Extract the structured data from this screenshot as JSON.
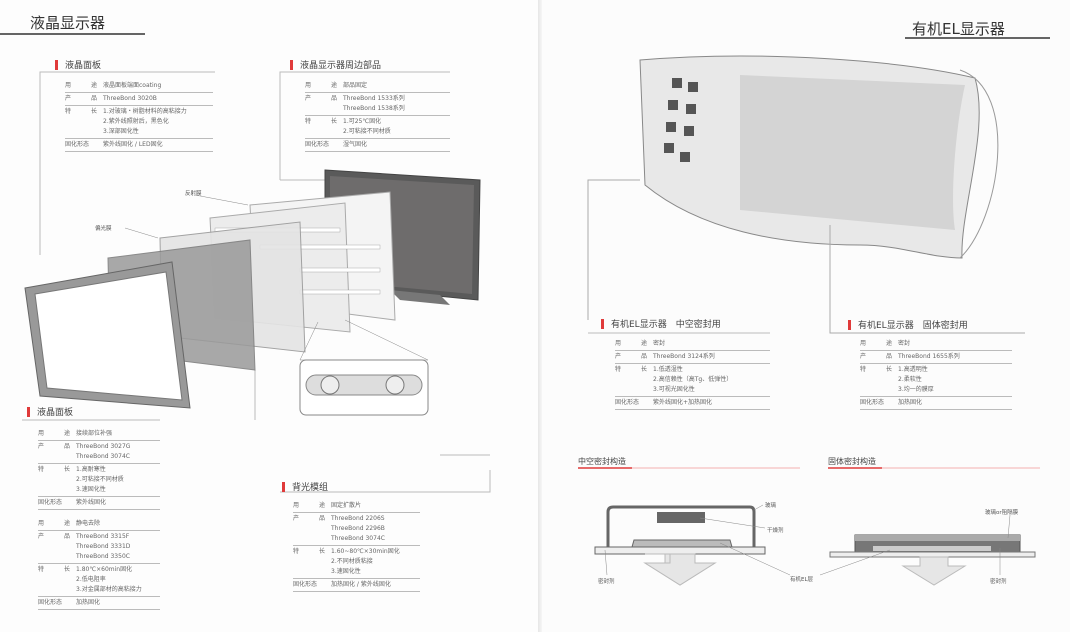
{
  "left": {
    "title": "液晶显示器",
    "sections": [
      {
        "id": "lcd-panel-top",
        "title": "液晶面板",
        "rows": [
          {
            "k": [
              "用",
              "途"
            ],
            "v": [
              "液晶面板端面coating"
            ]
          },
          {
            "k": [
              "产",
              "品"
            ],
            "v": [
              "ThreeBond 3020B"
            ]
          },
          {
            "k": [
              "特",
              "长"
            ],
            "v": [
              "1.对玻璃・树脂材料的高粘接力",
              "2.紫外线照射后，黑色化",
              "3.深部固化性"
            ]
          },
          {
            "k": [
              "固化形态"
            ],
            "v": [
              "紫外线固化 / LED固化"
            ]
          }
        ]
      },
      {
        "id": "lcd-periphery",
        "title": "液晶显示器周边部品",
        "rows": [
          {
            "k": [
              "用",
              "途"
            ],
            "v": [
              "部品固定"
            ]
          },
          {
            "k": [
              "产",
              "品"
            ],
            "v": [
              "ThreeBond 1533系列",
              "ThreeBond 1538系列"
            ]
          },
          {
            "k": [
              "特",
              "长"
            ],
            "v": [
              "1.可25℃固化",
              "2.可粘接不同材质"
            ]
          },
          {
            "k": [
              "固化形态"
            ],
            "v": [
              "湿气固化"
            ]
          }
        ]
      },
      {
        "id": "lcd-panel-bottom",
        "title": "液晶面板",
        "rows": [
          {
            "k": [
              "用",
              "途"
            ],
            "v": [
              "接续部位补强"
            ]
          },
          {
            "k": [
              "产",
              "品"
            ],
            "v": [
              "ThreeBond 3027G",
              "ThreeBond 3074C"
            ]
          },
          {
            "k": [
              "特",
              "长"
            ],
            "v": [
              "1.高耐寒性",
              "2.可粘接不同材质",
              "3.速固化性"
            ]
          },
          {
            "k": [
              "固化形态"
            ],
            "v": [
              "紫外线固化"
            ]
          },
          {
            "spacer": true
          },
          {
            "k": [
              "用",
              "途"
            ],
            "v": [
              "静电去除"
            ]
          },
          {
            "k": [
              "产",
              "品"
            ],
            "v": [
              "ThreeBond 3315F",
              "ThreeBond 3331D",
              "ThreeBond 3350C"
            ]
          },
          {
            "k": [
              "特",
              "长"
            ],
            "v": [
              "1.80℃×60min固化",
              "2.低电阻率",
              "3.对金属部材的高粘接力"
            ]
          },
          {
            "k": [
              "固化形态"
            ],
            "v": [
              "加热固化"
            ]
          }
        ]
      },
      {
        "id": "backlight",
        "title": "背光模组",
        "rows": [
          {
            "k": [
              "用",
              "途"
            ],
            "v": [
              "固定扩散片"
            ]
          },
          {
            "k": [
              "产",
              "品"
            ],
            "v": [
              "ThreeBond 2206S",
              "ThreeBond 2296B",
              "ThreeBond 3074C"
            ]
          },
          {
            "k": [
              "特",
              "长"
            ],
            "v": [
              "1.60~80℃×30min固化",
              "2.不同材质粘接",
              "3.速固化性"
            ]
          },
          {
            "k": [
              "固化形态"
            ],
            "v": [
              "加热固化 / 紫外线固化"
            ]
          }
        ]
      }
    ],
    "labels": {
      "reflect": "反射膜",
      "polarizer": "偏光膜"
    }
  },
  "right": {
    "title": "有机EL显示器",
    "sections": [
      {
        "id": "oled-hollow",
        "title": "有机EL显示器　中空密封用",
        "rows": [
          {
            "k": [
              "用",
              "途"
            ],
            "v": [
              "密封"
            ]
          },
          {
            "k": [
              "产",
              "品"
            ],
            "v": [
              "ThreeBond 3124系列"
            ]
          },
          {
            "k": [
              "特",
              "长"
            ],
            "v": [
              "1.低透湿性",
              "2.高信赖性（高Tg、低弹性）",
              "3.可视光固化性"
            ]
          },
          {
            "k": [
              "固化形态"
            ],
            "v": [
              "紫外线固化+加热固化"
            ]
          }
        ]
      },
      {
        "id": "oled-solid",
        "title": "有机EL显示器　固体密封用",
        "rows": [
          {
            "k": [
              "用",
              "途"
            ],
            "v": [
              "密封"
            ]
          },
          {
            "k": [
              "产",
              "品"
            ],
            "v": [
              "ThreeBond 1655系列"
            ]
          },
          {
            "k": [
              "特",
              "长"
            ],
            "v": [
              "1.高透明性",
              "2.柔软性",
              "3.均一的膜厚"
            ]
          },
          {
            "k": [
              "固化形态"
            ],
            "v": [
              "加热固化"
            ]
          }
        ]
      }
    ],
    "hollow": {
      "title": "中空密封构造",
      "glass": "玻璃",
      "desiccant": "干燥剂",
      "sealant": "密封剂",
      "oled_layer": "有机EL层"
    },
    "solid": {
      "title": "固体密封构造",
      "barrier": "玻璃or阻隔膜",
      "sealant": "密封剂"
    }
  },
  "colors": {
    "accent": "#e03a3a"
  }
}
